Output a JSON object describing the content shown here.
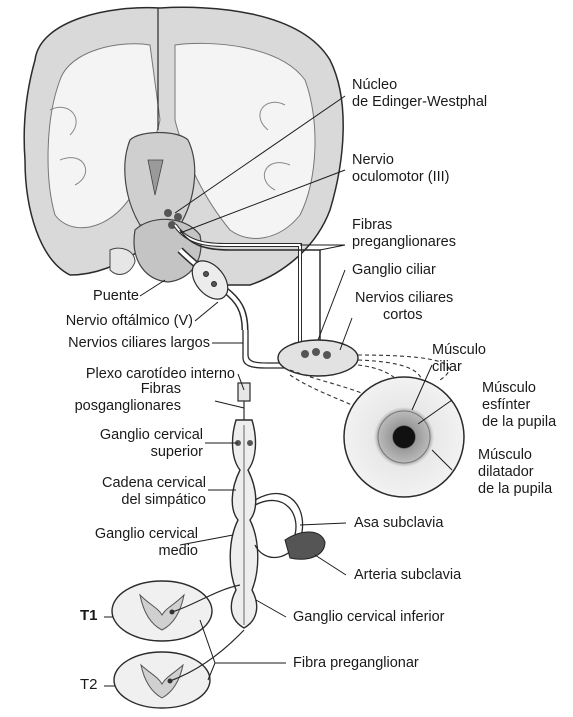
{
  "labels": {
    "edinger_line1": "Núcleo",
    "edinger_line2": "de Edinger-Westphal",
    "oculomotor_line1": "Nervio",
    "oculomotor_line2": "oculomotor (III)",
    "preganglionic_line1": "Fibras",
    "preganglionic_line2": "preganglionares",
    "ciliary_ganglion": "Ganglio ciliar",
    "short_ciliary_line1": "Nervios ciliares",
    "short_ciliary_line2": "cortos",
    "ciliary_muscle_line1": "Músculo",
    "ciliary_muscle_line2": "ciliar",
    "sphincter_line1": "Músculo",
    "sphincter_line2": "esfínter",
    "sphincter_line3": "de la pupila",
    "dilator_line1": "Músculo",
    "dilator_line2": "dilatador",
    "dilator_line3": "de la pupila",
    "pons": "Puente",
    "ophthalmic_nerve": "Nervio oftálmico (V)",
    "long_ciliary": "Nervios ciliares largos",
    "carotid_plexus": "Plexo carotídeo interno",
    "postganglionic_line1": "Fibras",
    "postganglionic_line2": "posganglionares",
    "superior_cervical_line1": "Ganglio cervical",
    "superior_cervical_line2": "superior",
    "sympathetic_chain_line1": "Cadena cervical",
    "sympathetic_chain_line2": "del simpático",
    "middle_cervical_line1": "Ganglio cervical",
    "middle_cervical_line2": "medio",
    "ansa_subclavia": "Asa subclavia",
    "subclavian_artery": "Arteria subclavia",
    "inferior_cervical": "Ganglio cervical inferior",
    "t1": "T1",
    "t2": "T2",
    "preganglionic_fiber": "Fibra preganglionar"
  },
  "colors": {
    "ink": "#1a1a1a",
    "cortex_gray": "#d9d9d9",
    "white_matter": "#f4f4f4",
    "nucleus_dark": "#555555",
    "outline": "#2b2b2b"
  }
}
